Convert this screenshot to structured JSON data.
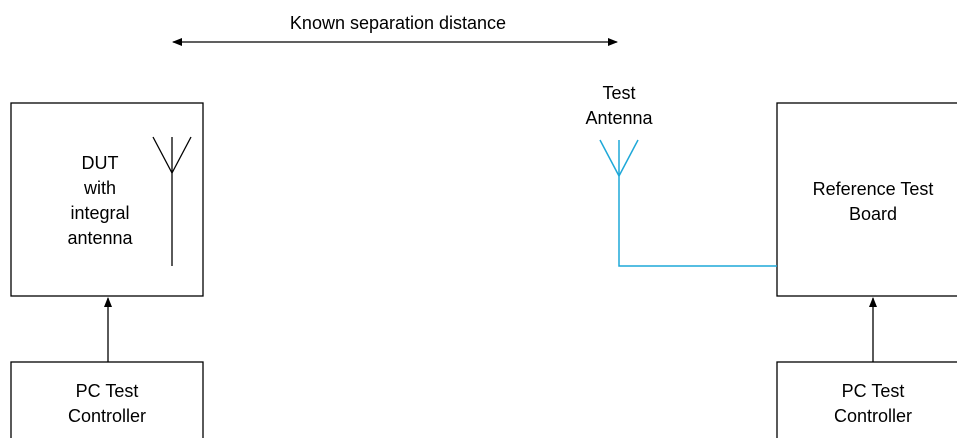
{
  "colors": {
    "line": "#000000",
    "cable": "#1ea8d8",
    "background": "#ffffff"
  },
  "separation": {
    "label": "Known separation distance"
  },
  "dut": {
    "lines": [
      "DUT",
      "with",
      "integral",
      "antenna"
    ]
  },
  "test_antenna": {
    "lines": [
      "Test",
      "Antenna"
    ]
  },
  "reference_board": {
    "lines": [
      "Reference Test",
      "Board"
    ]
  },
  "pc_left": {
    "lines": [
      "PC Test",
      "Controller"
    ]
  },
  "pc_right": {
    "lines": [
      "PC Test",
      "Controller"
    ]
  }
}
